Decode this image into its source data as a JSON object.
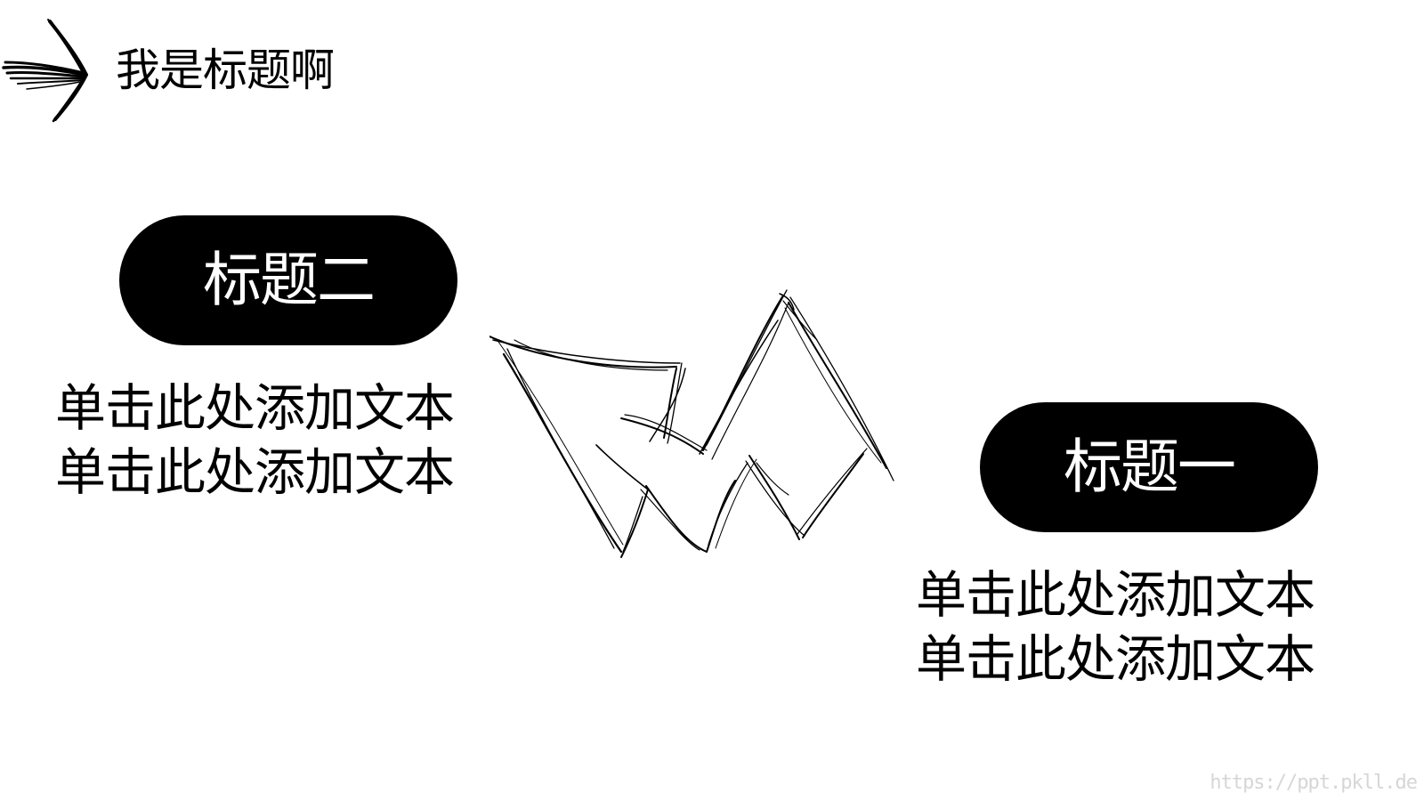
{
  "slide": {
    "title": "我是标题啊",
    "title_icon": "sketch-arrow-icon",
    "decoration_icon": "sketch-zigzag-icon"
  },
  "blocks": [
    {
      "label": "标题二",
      "lines": [
        "单击此处添加文本",
        "单击此处添加文本"
      ]
    },
    {
      "label": "标题一",
      "lines": [
        "单击此处添加文本",
        "单击此处添加文本"
      ]
    }
  ],
  "watermark": "https://ppt.pkll.de",
  "colors": {
    "background": "#ffffff",
    "pill": "#000000",
    "pill_text": "#ffffff",
    "text": "#000000",
    "watermark": "#d6d6d6"
  }
}
